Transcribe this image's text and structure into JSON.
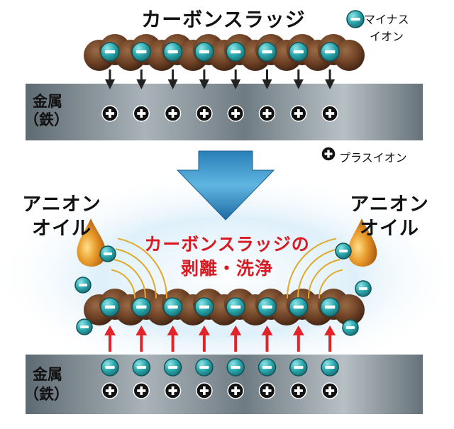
{
  "diagram": {
    "title": "カーボンスラッジ",
    "legend_minus_line1": "マイナス",
    "legend_minus_line2": "イオン",
    "legend_plus": "プラスイオン",
    "metal_line1": "金属",
    "metal_line2": "（鉄）",
    "anion_oil_line1": "アニオン",
    "anion_oil_line2": "オイル",
    "result_line1": "カーボンスラッジの",
    "result_line2": "剥離・洗浄",
    "ion_count_per_row": 8,
    "colors": {
      "minus_ion": "#2aa7ad",
      "plus_ion": "#111111",
      "sludge": "#6b3f24",
      "metal": "#7d8890",
      "arrow_down_big": "#2d8fc4",
      "arrow_up": "#e2232a",
      "oil_drop": "#d9821e",
      "title_red": "#d81a22"
    }
  }
}
